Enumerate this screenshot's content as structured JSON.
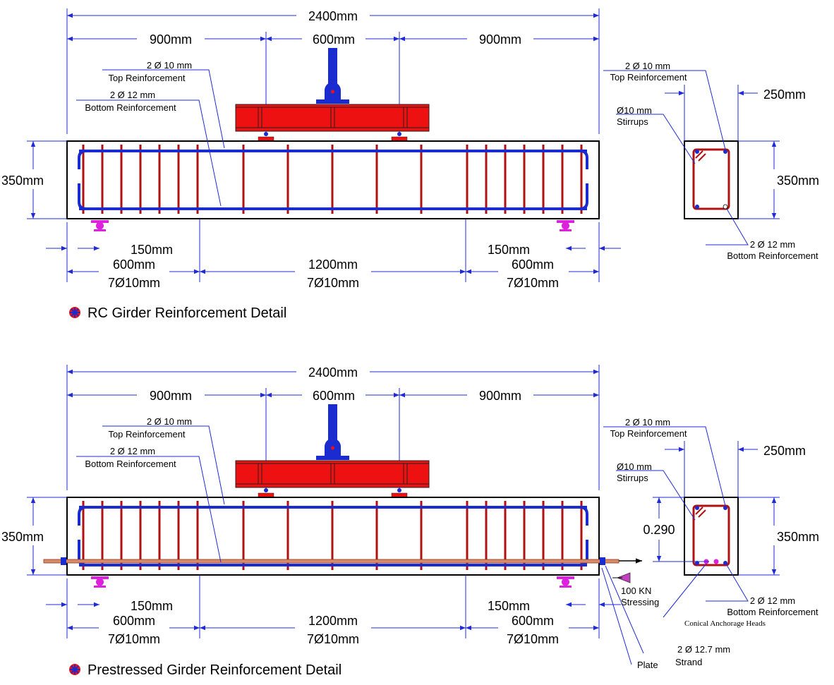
{
  "colors": {
    "dim_line": "#1f2bd6",
    "bar_blue": "#1a2bd0",
    "stirrup_red": "#b01010",
    "beam_red": "#ee1111",
    "support_magenta": "#dd22dd",
    "strand": "#d98a6a",
    "outline": "#000000"
  },
  "icons": {
    "title_bullet": "red-blue-asterisk-icon"
  },
  "girders": [
    {
      "title": "RC Girder Reinforcement Detail",
      "dims": {
        "total": "2400mm",
        "left": "900mm",
        "mid": "600mm",
        "right": "900mm",
        "height": "350mm",
        "spacing_left": "150mm",
        "spacing_right": "150mm",
        "zone_left": "600mm",
        "zone_mid": "1200mm",
        "zone_right": "600mm",
        "stirrup_left": "7Ø10mm",
        "stirrup_mid": "7Ø10mm",
        "stirrup_right": "7Ø10mm"
      },
      "labels": {
        "top_qty": "2 Ø 10 mm",
        "top_name": "Top Reinforcement",
        "bot_qty": "2 Ø 12 mm",
        "bot_name": "Bottom Reinforcement"
      },
      "section": {
        "top_qty": "2 Ø 10 mm",
        "top_name": "Top Reinforcement",
        "width": "250mm",
        "stirrup_qty": "Ø10 mm",
        "stirrup_name": "Stirrups",
        "height": "350mm",
        "bot_qty": "2 Ø 12 mm",
        "bot_name": "Bottom Reinforcement"
      }
    },
    {
      "title": "Prestressed Girder Reinforcement Detail",
      "dims": {
        "total": "2400mm",
        "left": "900mm",
        "mid": "600mm",
        "right": "900mm",
        "height": "350mm",
        "spacing_left": "150mm",
        "spacing_right": "150mm",
        "zone_left": "600mm",
        "zone_mid": "1200mm",
        "zone_right": "600mm",
        "stirrup_left": "7Ø10mm",
        "stirrup_mid": "7Ø10mm",
        "stirrup_right": "7Ø10mm"
      },
      "labels": {
        "top_qty": "2 Ø 10 mm",
        "top_name": "Top Reinforcement",
        "bot_qty": "2 Ø 12 mm",
        "bot_name": "Bottom Reinforcement"
      },
      "section": {
        "top_qty": "2 Ø 10 mm",
        "top_name": "Top Reinforcement",
        "width": "250mm",
        "stirrup_qty": "Ø10 mm",
        "stirrup_name": "Stirrups",
        "height": "350mm",
        "bot_qty": "2 Ø 12 mm",
        "bot_name": "Bottom Reinforcement",
        "eccentricity": "0.290"
      },
      "prestress": {
        "force": "100 KN",
        "force_label": "Stressing",
        "anchorage": "Conical Anchorage Heads",
        "strand_qty": "2 Ø 12.7 mm",
        "strand_name": "Strand",
        "plate": "Plate"
      }
    }
  ]
}
